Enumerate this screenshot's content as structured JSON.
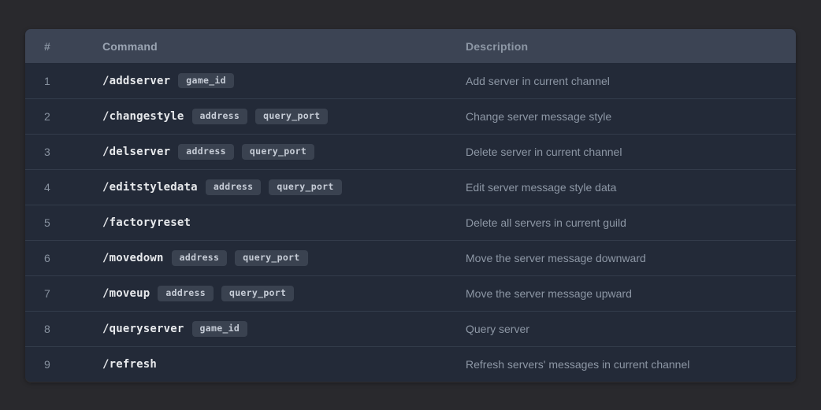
{
  "colors": {
    "page-bg": "#29292d",
    "header-bg": "#3c4454",
    "header-text": "#9aa4b2",
    "row-bg": "#232a38",
    "separator": "#333c4b",
    "number-text": "#8892a0",
    "command-text": "#e7e9ec",
    "badge-bg": "#3a4250",
    "badge-text": "#c6ccd6",
    "description-text": "#8d97a5"
  },
  "table": {
    "headers": {
      "num": "#",
      "command": "Command",
      "description": "Description"
    },
    "rows": [
      {
        "num": "1",
        "command": "/addserver",
        "args": [
          "game_id"
        ],
        "description": "Add server in current channel"
      },
      {
        "num": "2",
        "command": "/changestyle",
        "args": [
          "address",
          "query_port"
        ],
        "description": "Change server message style"
      },
      {
        "num": "3",
        "command": "/delserver",
        "args": [
          "address",
          "query_port"
        ],
        "description": "Delete server in current channel"
      },
      {
        "num": "4",
        "command": "/editstyledata",
        "args": [
          "address",
          "query_port"
        ],
        "description": "Edit server message style data"
      },
      {
        "num": "5",
        "command": "/factoryreset",
        "args": [],
        "description": "Delete all servers in current guild"
      },
      {
        "num": "6",
        "command": "/movedown",
        "args": [
          "address",
          "query_port"
        ],
        "description": "Move the server message downward"
      },
      {
        "num": "7",
        "command": "/moveup",
        "args": [
          "address",
          "query_port"
        ],
        "description": "Move the server message upward"
      },
      {
        "num": "8",
        "command": "/queryserver",
        "args": [
          "game_id"
        ],
        "description": "Query server"
      },
      {
        "num": "9",
        "command": "/refresh",
        "args": [],
        "description": "Refresh servers' messages in current channel"
      }
    ]
  }
}
